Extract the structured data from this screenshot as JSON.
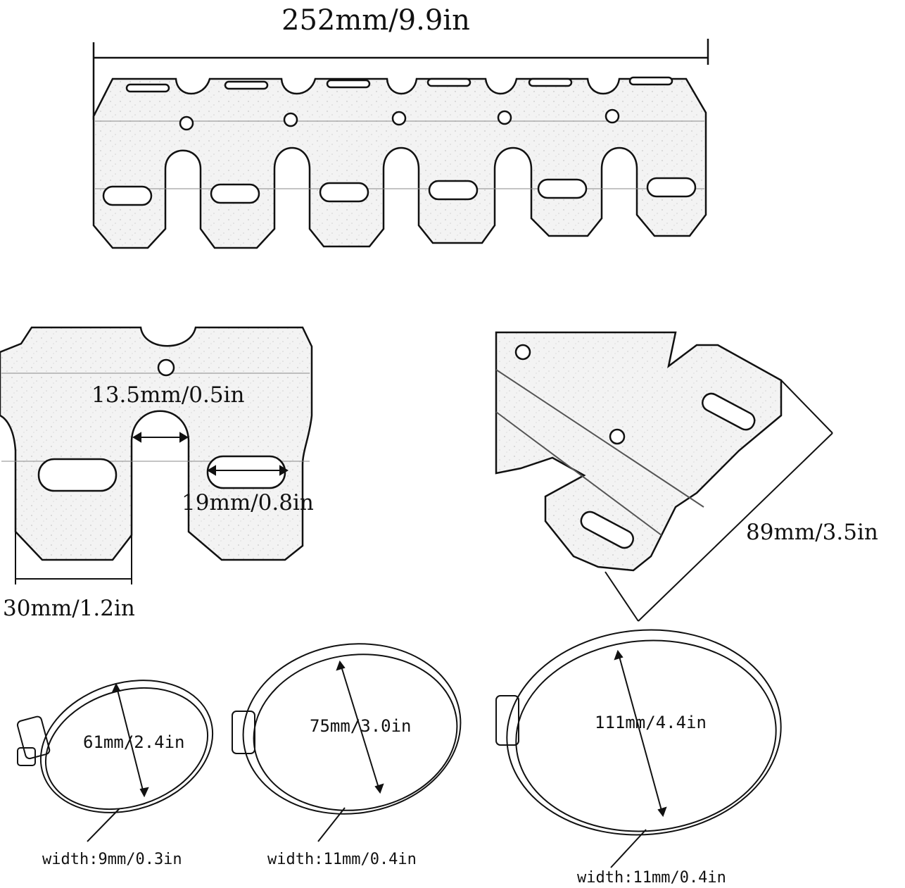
{
  "guard": {
    "length_label": "252mm/9.9in"
  },
  "detail": {
    "gap_label": "13.5mm/0.5in",
    "slot_label": "19mm/0.8in",
    "finger_width_label": "30mm/1.2in"
  },
  "angled_view": {
    "height_label": "89mm/3.5in"
  },
  "clamps": [
    {
      "diameter_label": "61mm/2.4in",
      "width_label": "width:9mm/0.3in"
    },
    {
      "diameter_label": "75mm/3.0in",
      "width_label": "width:11mm/0.4in"
    },
    {
      "diameter_label": "111mm/4.4in",
      "width_label": "width:11mm/0.4in"
    }
  ],
  "colors": {
    "line": "#111111",
    "metal": "#f2f2f2",
    "background": "#ffffff"
  }
}
